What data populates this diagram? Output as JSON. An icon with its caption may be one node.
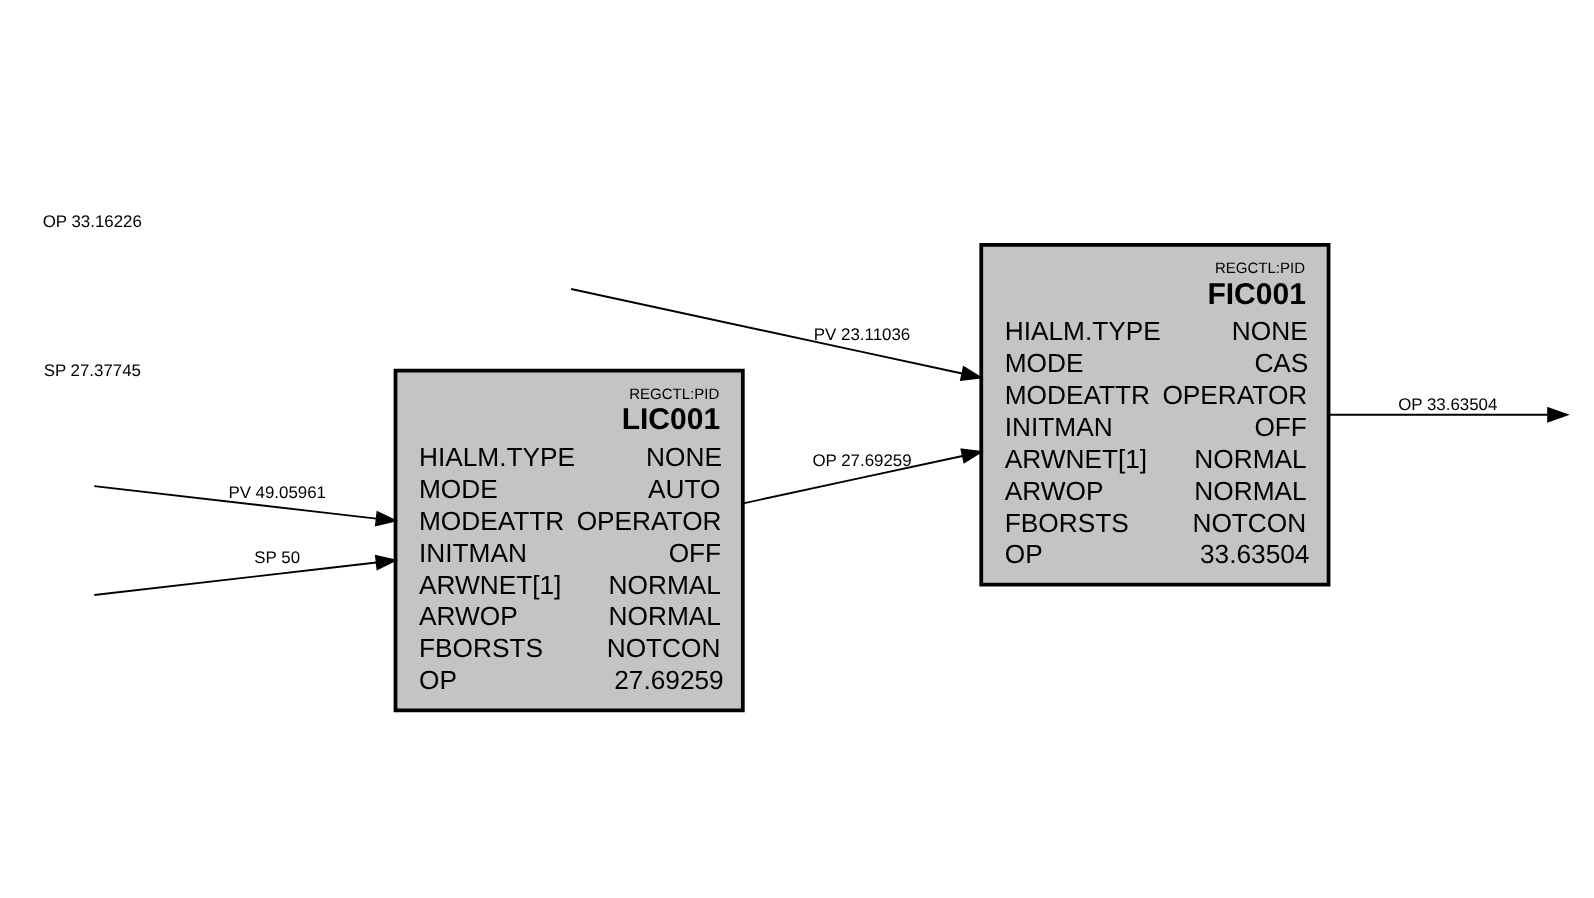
{
  "diagram": {
    "nodes": [
      {
        "text": [
          "REGCTL:PID",
          "LIC001",
          "HIALM.TYPE",
          "NONE",
          "MODE",
          "AUTO",
          "MODEATTR",
          "OPERATOR",
          "INITMAN",
          "OFF",
          "ARWNET[1]",
          "NORMAL",
          "ARWOP",
          "NORMAL",
          "FBORSTS",
          "NOTCON",
          "OP",
          "27.69259"
        ]
      },
      {
        "text": [
          "REGCTL:PID",
          "FIC001",
          "HIALM.TYPE",
          "NONE",
          "MODE",
          "CAS",
          "MODEATTR",
          "OPERATOR",
          "INITMAN",
          "OFF",
          "ARWNET[1]",
          "NORMAL",
          "ARWOP",
          "NORMAL",
          "FBORSTS",
          "NOTCON",
          "OP",
          "33.63504"
        ]
      }
    ],
    "edges": [
      {
        "from": null,
        "to": 0,
        "arrow": "to",
        "label": "PV 49.05961"
      },
      {
        "from": null,
        "to": 0,
        "arrow": "to",
        "label": "SP 50"
      },
      {
        "from": 0,
        "to": 1,
        "arrow": "to",
        "label": "OP 27.69259"
      },
      {
        "from": null,
        "to": 1,
        "arrow": "to",
        "label": "PV 23.11036"
      },
      {
        "from": 1,
        "to": null,
        "arrow": "to",
        "label": "OP 33.63504"
      }
    ],
    "labels": [
      "SP 27.37745",
      "OP 33.16226"
    ]
  }
}
